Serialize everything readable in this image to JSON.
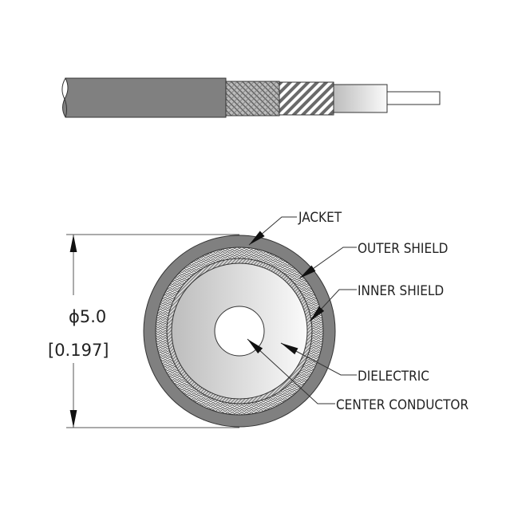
{
  "labels": {
    "jacket": "JACKET",
    "outer_shield": "OUTER SHIELD",
    "inner_shield": "INNER SHIELD",
    "dielectric": "DIELECTRIC",
    "center_conductor": "CENTER CONDUCTOR"
  },
  "dimension": {
    "metric": "ϕ5.0",
    "imperial": "[0.197]"
  },
  "colors": {
    "jacket": "#808080",
    "line": "#333333"
  }
}
